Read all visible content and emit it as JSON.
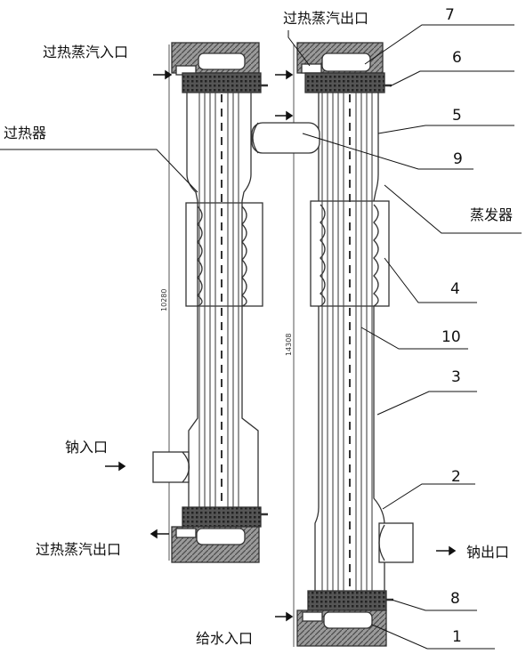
{
  "labels": {
    "sh_steam_in": "过热蒸汽入口",
    "sh_steam_out_top": "过热蒸汽出口",
    "superheater": "过热器",
    "evaporator": "蒸发器",
    "sodium_in": "钠入口",
    "sh_steam_out_bottom": "过热蒸汽出口",
    "sodium_out": "钠出口",
    "feedwater_in": "给水入口"
  },
  "callouts": [
    "7",
    "6",
    "5",
    "9",
    "4",
    "10",
    "3",
    "2",
    "8",
    "1"
  ],
  "dimensions": {
    "superheater_height": "10280",
    "evaporator_height": "14308"
  }
}
